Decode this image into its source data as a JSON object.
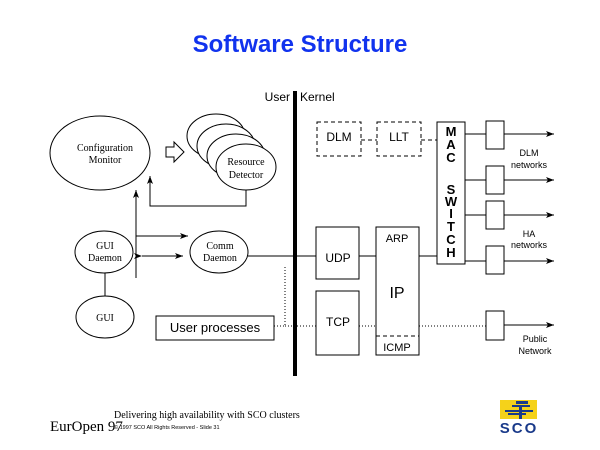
{
  "title": "Software Structure",
  "divider": {
    "user_label": "User",
    "kernel_label": "Kernel"
  },
  "user_space": {
    "config_monitor": [
      "Configuration",
      "Monitor"
    ],
    "resource_detector": [
      "Resource",
      "Detector"
    ],
    "gui_daemon": [
      "GUI",
      "Daemon"
    ],
    "comm_daemon": [
      "Comm",
      "Daemon"
    ],
    "gui": "GUI",
    "user_processes": "User processes"
  },
  "kernel_space": {
    "dlm": "DLM",
    "llt": "LLT",
    "udp": "UDP",
    "tcp": "TCP",
    "arp": "ARP",
    "ip": "IP",
    "icmp": "ICMP",
    "mac_switch_letters": [
      "M",
      "A",
      "C",
      "",
      "S",
      "W",
      "I",
      "T",
      "C",
      "H"
    ]
  },
  "networks": {
    "dlm": [
      "DLM",
      "networks"
    ],
    "ha": [
      "HA",
      "networks"
    ],
    "public": [
      "Public",
      "Network"
    ]
  },
  "footer": {
    "event": "EurOpen 97",
    "subtitle": "Delivering high availability with SCO clusters",
    "copyright": "© 1997 SCO All Rights Reserved - Slide 31",
    "logo_text": "SCO"
  },
  "colors": {
    "title": "#1133ee",
    "logo_yellow": "#f5d21a",
    "logo_blue": "#1a3a8a"
  }
}
